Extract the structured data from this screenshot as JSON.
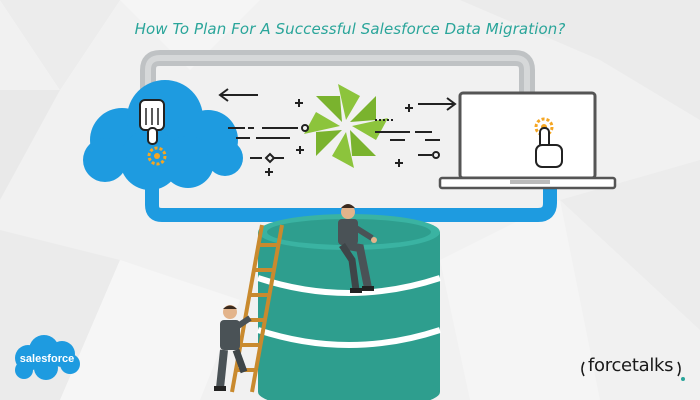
{
  "headline": "How To Plan For A Successful Salesforce Data Migration?",
  "logos": {
    "salesforce": "salesforce",
    "forcetalks": "forcetalks"
  },
  "colors": {
    "headline": "#2aa59a",
    "cloud": "#1e9be0",
    "pipe_grey": "#bfc2c4",
    "pipe_blue": "#1e9be0",
    "database": "#2e9e8e",
    "database_dark": "#207a6e",
    "pinwheel": "#8cc43c",
    "gear": "#f5a623",
    "background": "#f1f1f1"
  },
  "icons": [
    "cloud-icon",
    "laptop-icon",
    "pinwheel-icon",
    "pointing-hand-icon",
    "gear-icon",
    "database-icon",
    "ladder-icon",
    "businessman-icon",
    "arrow-left-icon",
    "arrow-right-icon"
  ]
}
